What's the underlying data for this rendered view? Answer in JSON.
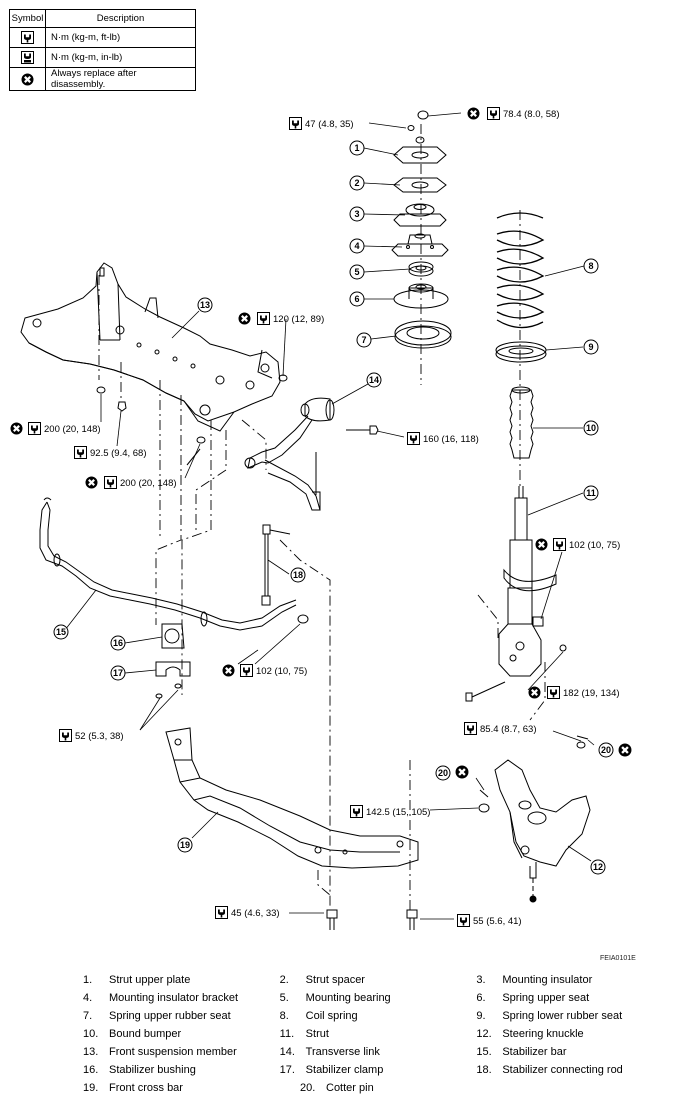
{
  "legend": {
    "header_symbol": "Symbol",
    "header_description": "Description",
    "rows": [
      {
        "icon": "torque-wrench-icon",
        "text": "N·m (kg-m, ft-lb)"
      },
      {
        "icon": "torque-wrench-small-icon",
        "text": "N·m (kg-m, in-lb)"
      },
      {
        "icon": "always-replace-icon",
        "text": "Always replace after disassembly."
      }
    ]
  },
  "callouts": [
    "1",
    "2",
    "3",
    "4",
    "5",
    "6",
    "7",
    "8",
    "9",
    "10",
    "11",
    "12",
    "13",
    "14",
    "15",
    "16",
    "17",
    "18",
    "19",
    "20"
  ],
  "torques": {
    "t47": "47 (4.8, 35)",
    "t78": "78.4 (8.0, 58)",
    "t120": "120 (12, 89)",
    "t200a": "200 (20, 148)",
    "t925": "92.5 (9.4, 68)",
    "t200b": "200 (20, 148)",
    "t160": "160 (16, 118)",
    "t102a": "102 (10, 75)",
    "t102b": "102 (10, 75)",
    "t182": "182 (19, 134)",
    "t52": "52 (5.3, 38)",
    "t854": "85.4 (8.7, 63)",
    "t1425": "142.5 (15, 105)",
    "t45": "45 (4.6, 33)",
    "t55": "55 (5.6, 41)"
  },
  "figure_id": "FEIA0101E",
  "parts": [
    {
      "n": "1.",
      "label": "Strut upper plate"
    },
    {
      "n": "2.",
      "label": "Strut spacer"
    },
    {
      "n": "3.",
      "label": "Mounting insulator"
    },
    {
      "n": "4.",
      "label": "Mounting insulator bracket"
    },
    {
      "n": "5.",
      "label": "Mounting bearing"
    },
    {
      "n": "6.",
      "label": "Spring upper seat"
    },
    {
      "n": "7.",
      "label": "Spring upper rubber seat"
    },
    {
      "n": "8.",
      "label": "Coil spring"
    },
    {
      "n": "9.",
      "label": "Spring lower rubber seat"
    },
    {
      "n": "10.",
      "label": "Bound bumper"
    },
    {
      "n": "11.",
      "label": "Strut"
    },
    {
      "n": "12.",
      "label": "Steering knuckle"
    },
    {
      "n": "13.",
      "label": "Front suspension member"
    },
    {
      "n": "14.",
      "label": "Transverse link"
    },
    {
      "n": "15.",
      "label": "Stabilizer bar"
    },
    {
      "n": "16.",
      "label": "Stabilizer bushing"
    },
    {
      "n": "17.",
      "label": "Stabilizer clamp"
    },
    {
      "n": "18.",
      "label": "Stabilizer connecting rod"
    },
    {
      "n": "19.",
      "label": "Front cross bar"
    },
    {
      "n": "20.",
      "label": "Cotter pin"
    }
  ]
}
